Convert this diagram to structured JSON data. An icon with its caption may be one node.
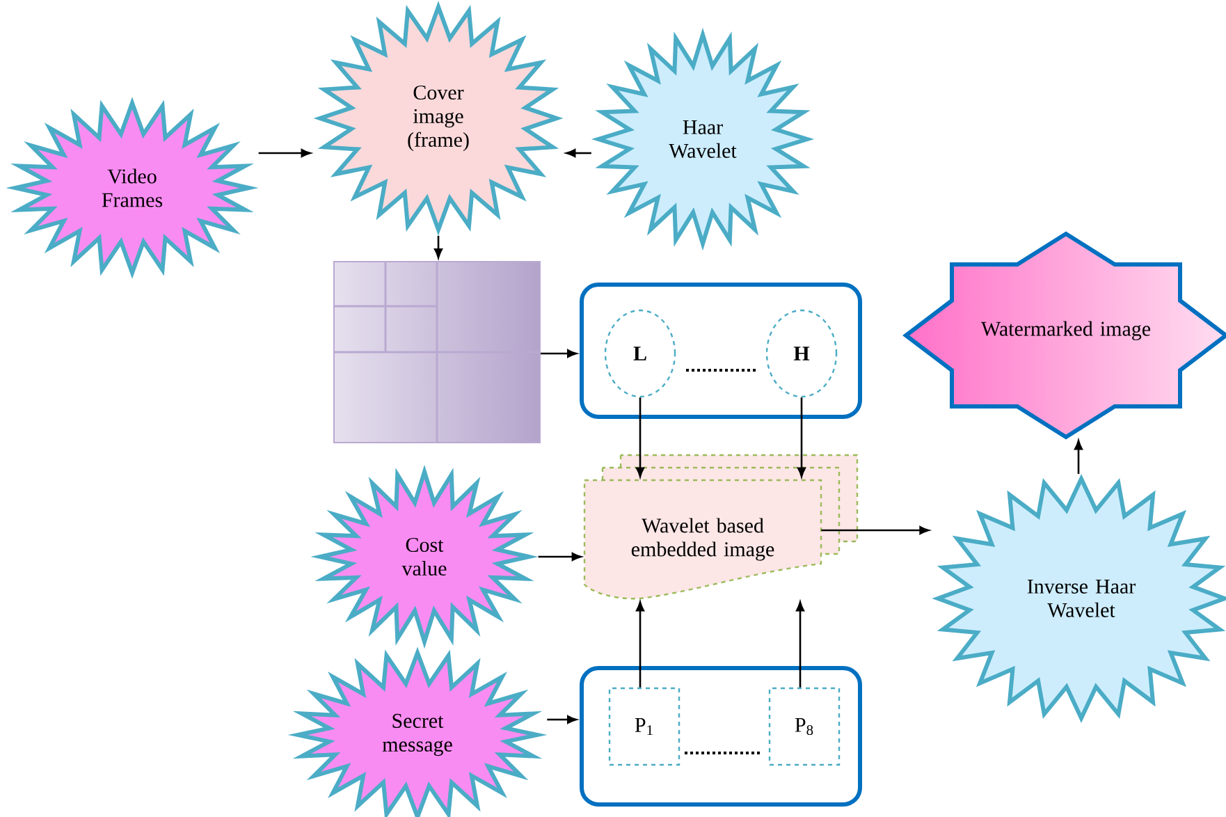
{
  "diagram": {
    "nodes": [
      {
        "text": [
          "Video Frames"
        ]
      },
      {
        "text": [
          "Cover image (frame)"
        ]
      },
      {
        "text": [
          "Haar Wavelet"
        ]
      },
      {
        "text": [],
        "shape": "picture"
      },
      {
        "text": [],
        "shape": "box"
      },
      {
        "text": [
          "L"
        ],
        "in": 4
      },
      {
        "text": [
          "H"
        ],
        "in": 4
      },
      {
        "text": [
          "Wavelet based embedded image"
        ]
      },
      {
        "text": [
          "Cost value"
        ]
      },
      {
        "text": [
          "Watermarked image"
        ]
      },
      {
        "text": [
          "Inverse Haar Wavelet"
        ]
      },
      {
        "text": [
          "Secret message"
        ]
      },
      {
        "text": [],
        "shape": "box"
      },
      {
        "text": [
          "P$_{1}$"
        ],
        "in": 12
      },
      {
        "text": [
          "P$_{8}$"
        ],
        "in": 12
      }
    ],
    "edges": [
      {
        "from": 0,
        "to": 1,
        "arrow": "to"
      },
      {
        "from": 2,
        "to": 1,
        "arrow": "to"
      },
      {
        "from": 1,
        "to": 3,
        "arrow": "to"
      },
      {
        "from": 3,
        "to": 4,
        "arrow": "to"
      },
      {
        "from": 5,
        "to": 7,
        "arrow": "to"
      },
      {
        "from": 6,
        "to": 7,
        "arrow": "to"
      },
      {
        "from": 8,
        "to": 7,
        "arrow": "to"
      },
      {
        "from": 11,
        "to": 12,
        "arrow": "to"
      },
      {
        "from": 13,
        "to": 7,
        "arrow": "to"
      },
      {
        "from": 14,
        "to": 7,
        "arrow": "to"
      },
      {
        "from": 7,
        "to": 10,
        "arrow": "to"
      },
      {
        "from": 10,
        "to": 9,
        "arrow": "to"
      }
    ]
  }
}
